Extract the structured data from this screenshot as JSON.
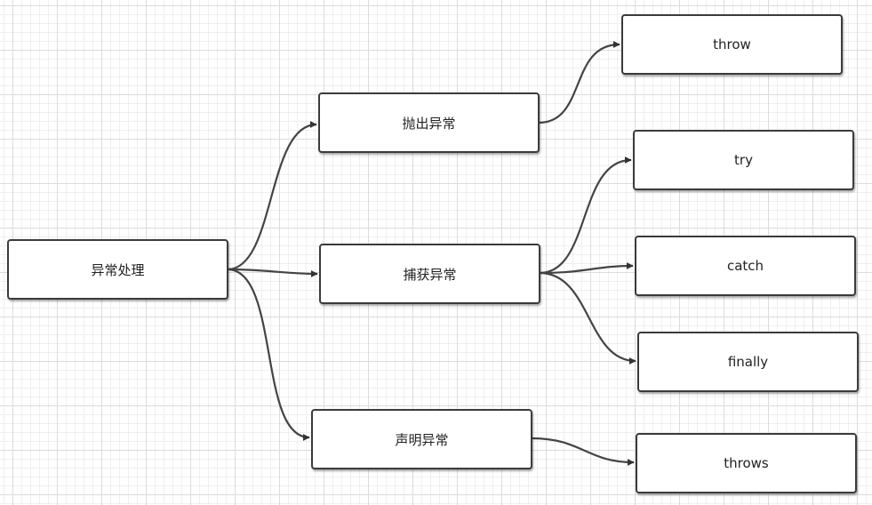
{
  "diagram": {
    "root": {
      "label": "异常处理"
    },
    "branches": [
      {
        "label": "抛出异常",
        "children": [
          "throw"
        ]
      },
      {
        "label": "捕获异常",
        "children": [
          "try",
          "catch",
          "finally"
        ]
      },
      {
        "label": "声明异常",
        "children": [
          "throws"
        ]
      }
    ]
  },
  "colors": {
    "node_border": "#3b3b3b",
    "edge": "#444444",
    "grid_major": "#dcdcdc",
    "grid_minor": "#efefef"
  }
}
